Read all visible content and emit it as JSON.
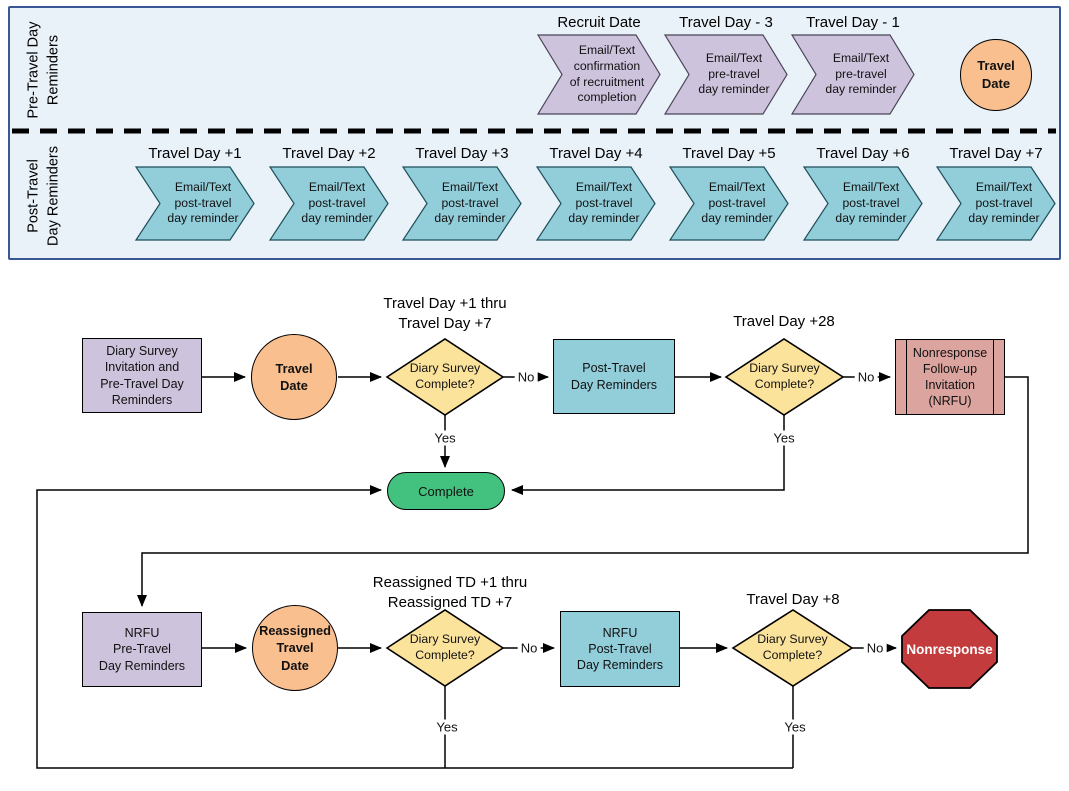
{
  "colors": {
    "banner_bg": "#e9f1f9",
    "banner_border": "#3a5795",
    "lavender": "#cdc3dc",
    "teal": "#92cdda",
    "yellow": "#fce39b",
    "orange": "#fabf8f",
    "green": "#43c17e",
    "red": "#c33b3d",
    "pink": "#dba49f"
  },
  "banner": {
    "pre_label": "Pre-Travel Day\nReminders",
    "post_label": "Post-Travel\nDay Reminders",
    "pre_steps": [
      {
        "label": "Recruit Date",
        "body": "Email/Text\nconfirmation\nof recruitment\ncompletion"
      },
      {
        "label": "Travel Day - 3",
        "body": "Email/Text\npre-travel\nday reminder"
      },
      {
        "label": "Travel Day - 1",
        "body": "Email/Text\npre-travel\nday reminder"
      }
    ],
    "travel_date_circle": "Travel\nDate",
    "post_steps": [
      {
        "label": "Travel Day +1",
        "body": "Email/Text\npost-travel\nday reminder"
      },
      {
        "label": "Travel Day +2",
        "body": "Email/Text\npost-travel\nday reminder"
      },
      {
        "label": "Travel Day +3",
        "body": "Email/Text\npost-travel\nday reminder"
      },
      {
        "label": "Travel Day +4",
        "body": "Email/Text\npost-travel\nday reminder"
      },
      {
        "label": "Travel Day +5",
        "body": "Email/Text\npost-travel\nday reminder"
      },
      {
        "label": "Travel Day +6",
        "body": "Email/Text\npost-travel\nday reminder"
      },
      {
        "label": "Travel Day +7",
        "body": "Email/Text\npost-travel\nday reminder"
      }
    ]
  },
  "flowchart": {
    "start_box": "Diary Survey\nInvitation and\nPre-Travel Day\nReminders",
    "travel_date_circle": "Travel\nDate",
    "decision1_label": "Travel Day +1 thru\nTravel Day +7",
    "decision1": "Diary Survey\nComplete?",
    "no1": "No",
    "yes1": "Yes",
    "post_travel_box": "Post-Travel\nDay Reminders",
    "decision2_label": "Travel Day +28",
    "decision2": "Diary Survey\nComplete?",
    "no2": "No",
    "yes2": "Yes",
    "nrfu_box": "Nonresponse\nFollow-up\nInvitation\n(NRFU)",
    "complete": "Complete",
    "nrfu_pre_box": "NRFU\nPre-Travel\nDay Reminders",
    "reassigned_circle": "Reassigned\nTravel\nDate",
    "decision3_label": "Reassigned TD +1 thru\nReassigned TD +7",
    "decision3": "Diary Survey\nComplete?",
    "no3": "No",
    "yes3": "Yes",
    "nrfu_post_box": "NRFU\nPost-Travel\nDay Reminders",
    "decision4_label": "Travel Day +8",
    "decision4": "Diary Survey\nComplete?",
    "no4": "No",
    "yes4": "Yes",
    "nonresponse": "Nonresponse"
  }
}
